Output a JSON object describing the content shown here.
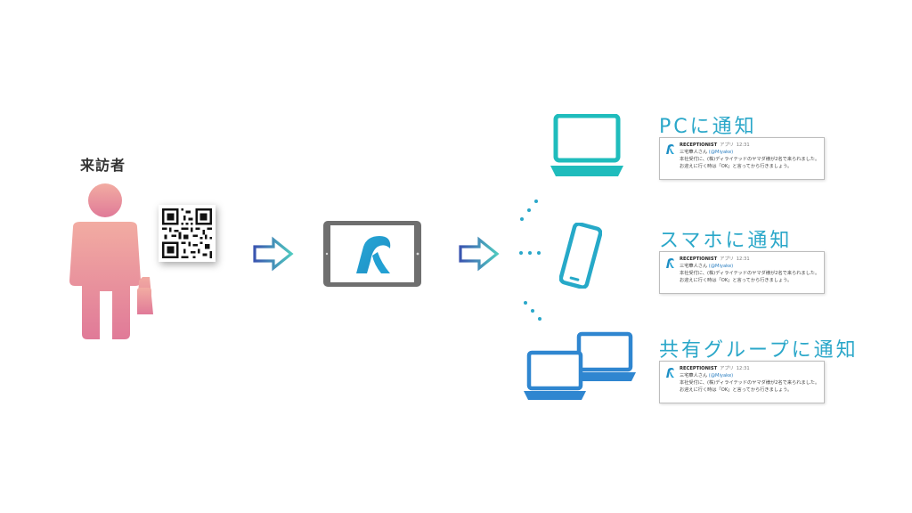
{
  "visitor": {
    "label": "来訪者"
  },
  "channels": [
    {
      "heading": "PCに通知"
    },
    {
      "heading": "スマホに通知"
    },
    {
      "heading": "共有グループに通知"
    }
  ],
  "notification": {
    "sender": "RECEPTIONIST",
    "tag": "アプリ",
    "time": "12:31",
    "line1": "三宅華人さん",
    "mention": "(@Miyake)",
    "line2": "本社受付に、(株)ディライテッドのヤマダ様が2名で来られました。",
    "line3": "お迎えに行く時は「OK」と言ってから行きましょう。"
  },
  "colors": {
    "visitor_top": "#f0a8a0",
    "visitor_bottom": "#e07b98",
    "teal": "#1fbcbc",
    "blue": "#2f86d0",
    "heading": "#2aa7c9",
    "tablet": "#6f6f6f"
  }
}
